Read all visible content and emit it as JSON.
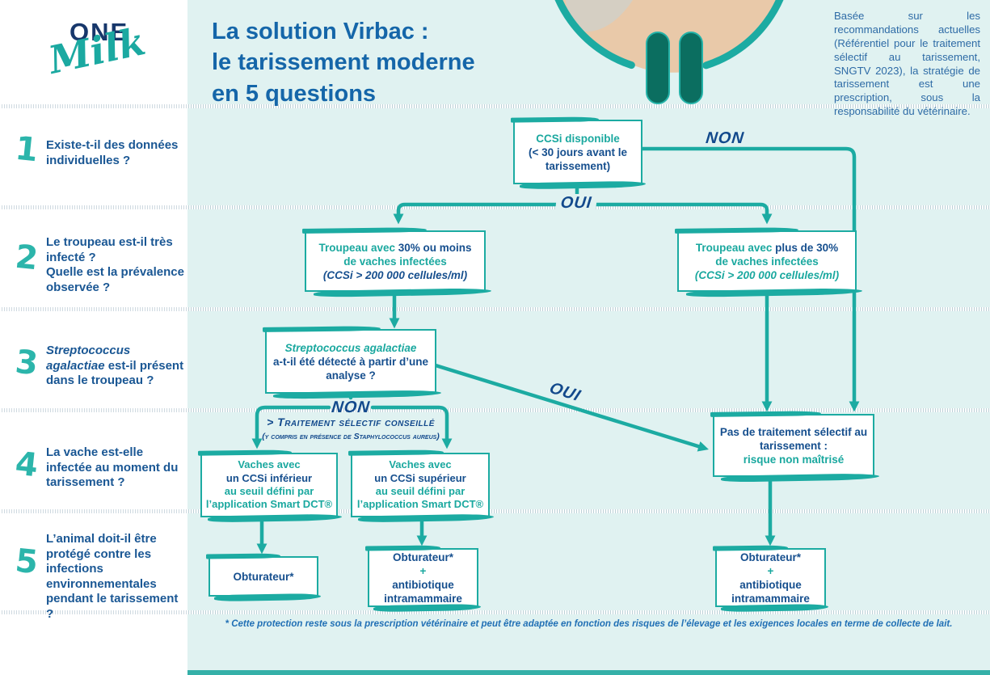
{
  "logo": {
    "one": "ONE",
    "milk": "Milk"
  },
  "header": {
    "title_line1": "La solution Virbac :",
    "title_line2": "le tarissement moderne",
    "title_line3": "en 5 questions",
    "disclaimer": "Basée sur les recommandations actuelles (Référentiel pour le traitement sélectif au tarissement, SNGTV 2023), la stratégie de tarissement est une prescription, sous la responsabilité du vétérinaire."
  },
  "questions": [
    {
      "num": "1",
      "italic": "",
      "line1": "Existe-t-il des données individuelles ?",
      "line2": ""
    },
    {
      "num": "2",
      "italic": "",
      "line1": "Le troupeau est-il très infecté ?",
      "line2": "Quelle est la prévalence observée ?"
    },
    {
      "num": "3",
      "italic": "Streptococcus agalactiae",
      "line1": " est-il présent dans le troupeau ?",
      "line2": ""
    },
    {
      "num": "4",
      "italic": "",
      "line1": "La vache est-elle infectée au moment du tarissement ?",
      "line2": ""
    },
    {
      "num": "5",
      "italic": "",
      "line1": "L’animal doit-il être protégé contre les infections environnementales pendant le tarissement ?",
      "line2": ""
    }
  ],
  "flow": {
    "ccsi": {
      "teal": "CCSi disponible",
      "navy": "(< 30 jours avant le tarissement)"
    },
    "herd_low": {
      "pre": "Troupeau avec ",
      "bold": "30% ou moins",
      "line2": "de vaches infectées",
      "note": "(CCSi > 200 000 cellules/ml)"
    },
    "herd_high": {
      "pre": "Troupeau avec ",
      "bold": "plus de 30%",
      "line2": "de vaches infectées",
      "note": "(CCSi > 200 000 cellules/ml)"
    },
    "strep": {
      "italic": "Streptococcus agalactiae",
      "rest": "a-t-il été détecté à partir d’une analyse ?"
    },
    "no_selective": {
      "navy": "Pas de traitement sélectif au tarissement :",
      "teal": "risque non maîtrisé"
    },
    "cow_low": {
      "l1": "Vaches avec",
      "l2": "un CCSi inférieur",
      "l3": "au seuil défini par",
      "l4": "l’application Smart DCT®"
    },
    "cow_high": {
      "l1": "Vaches avec",
      "l2": "un CCSi supérieur",
      "l3": "au seuil défini par",
      "l4": "l’application Smart DCT®"
    },
    "obturator": {
      "label": "Obturateur*"
    },
    "obt_ab_mid": {
      "l1": "Obturateur*",
      "plus": "+",
      "l2": "antibiotique intramammaire"
    },
    "obt_ab_right": {
      "l1": "Obturateur*",
      "plus": "+",
      "l2": "antibiotique intramammaire"
    }
  },
  "labels": {
    "non_top": "NON",
    "oui_top": "OUI",
    "non_mid": "NON",
    "selective_advice": "> Traitement sélectif conseillé",
    "selective_note": "(y compris en présence de Staphylococcus aureus)",
    "oui_diag": "OUI"
  },
  "footnote": "* Cette protection reste sous la prescription vétérinaire et peut être adaptée en fonction des risques de l’élevage et les exigences locales en terme de collecte de lait.",
  "colors": {
    "teal": "#1caba2",
    "navy": "#164f8e",
    "handwritten_navy": "#12498c",
    "background": "#e0f2f1",
    "udder_beige": "#e9c9a9",
    "teat_dark_teal": "#0b6e60"
  }
}
